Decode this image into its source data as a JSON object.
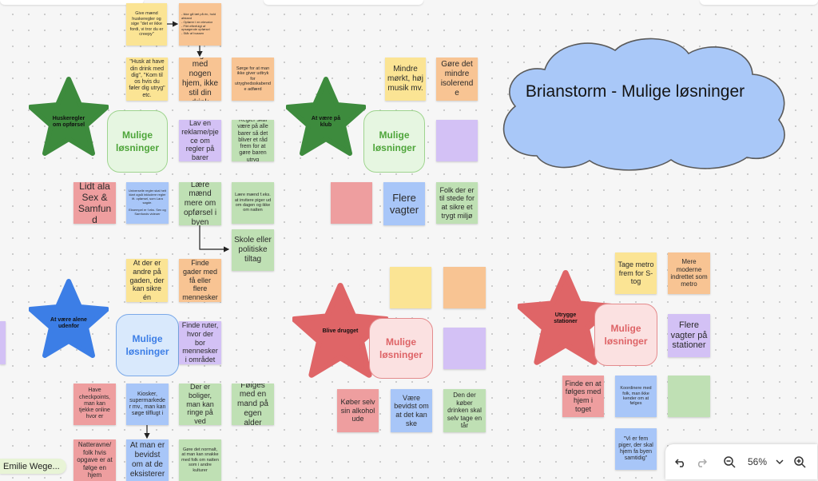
{
  "board_title": "Brianstorm - Mulige løsninger",
  "stars": {
    "s1": "Huskeregler om opførsel",
    "s2": "At være på klub",
    "s3": "At være alene udenfor",
    "s4": "Blive drugget",
    "s5": "Utrygge stationer"
  },
  "bubble_label": "Mulige løsninger",
  "notes": {
    "n01": "Give mænd huskeregler og sige \"det er ikke fordi, vi tror du er creepy\"",
    "n02": "- Ikke gå tæt på én, hold afstand\n- Opfører i en elevator\n- Flirt efterfulgt af opsøgende opførsel\n- Står af bussen",
    "n03": "\"Husk at have din drink med dig\", \"Kom til os hvis du føler dig utryg\" etc.",
    "n04": "Følges med nogen hjem, ikke stil din drink",
    "n05": "Sørge for at man ikke giver udtryk for utryghedsskabende adfærd",
    "n06": "Lav en reklame/pjece om regler på barer",
    "n07": "Regler skal være på alle barer så det bliver et råd frem for at gøre baren utryg",
    "n08": "Lidt ala Sex & Samfund",
    "n09": "Universelle regler skal helt klart også inkludere regler ift. opførsel, som Lara sagde.\n\nEksempel er f.eks. Sex og Samfunds videoer",
    "n10": "Lære mænd mere om opførsel i byen",
    "n11": "Lære mænd f.eks. at invitere piger ud om dagen og ikke om natten",
    "n12": "Skole eller politiske tiltag",
    "n13": "Mindre mørkt, høj musik mv.",
    "n14": "Gøre det mindre isolerende",
    "n15": "",
    "n16": "",
    "n17": "Flere vagter",
    "n18": "Folk der er til stede for at sikre et trygt miljø",
    "n19": "At der er andre på gaden, der kan sikre én",
    "n20": "Finde gader med få eller flere mennesker",
    "n21": "Finde ruter, hvor der bor mennesker i området",
    "n22": "Have checkpoints, man kan tjekke online hvor er",
    "n23": "Kiosker, supermarkeder mv., man kan søge tilflugt i",
    "n24": "Der er boliger, man kan ringe på ved",
    "n25": "Følges med en mand på egen alder",
    "n26": "Natteravne/ folk hvis opgave er at følge en hjem",
    "n27": "At man er bevidst om at de eksisterer",
    "n28": "Gøre det normalt, at man kan snakke med folk om natten som i andre kulturer",
    "n29": "",
    "n30": "",
    "n31": "",
    "n32": "Køber selv sin alkohol ude",
    "n33": "Være bevidst om at det kan ske",
    "n34": "Den der køber drinken skal selv tage en tår",
    "n35": "Tage metro frem for S-tog",
    "n36": "Mere moderne indrettet som metro",
    "n37": "Flere vagter på stationer",
    "n38": "Finde en at følges med hjem i toget",
    "n39": "Koordinere med folk, man ikke kender om at følges",
    "n40": "",
    "n41": "\"Vi er fem piger, der skal hjem fa byen samtidig\""
  },
  "zoom": {
    "level": "56%",
    "undo_icon": "undo-icon",
    "redo_icon": "redo-icon"
  },
  "user": {
    "name": "Emilie Wege..."
  },
  "colors": {
    "yellow": "#fbe494",
    "orange": "#f8c493",
    "green": "#bfe0b4",
    "purple": "#d3c1f5",
    "pink": "#ee9e9f",
    "blue": "#a8c6f8",
    "star_green": "#3d8b3d",
    "star_blue": "#3c7ee6",
    "star_red": "#df6567",
    "cloud": "#a9c8f8"
  }
}
